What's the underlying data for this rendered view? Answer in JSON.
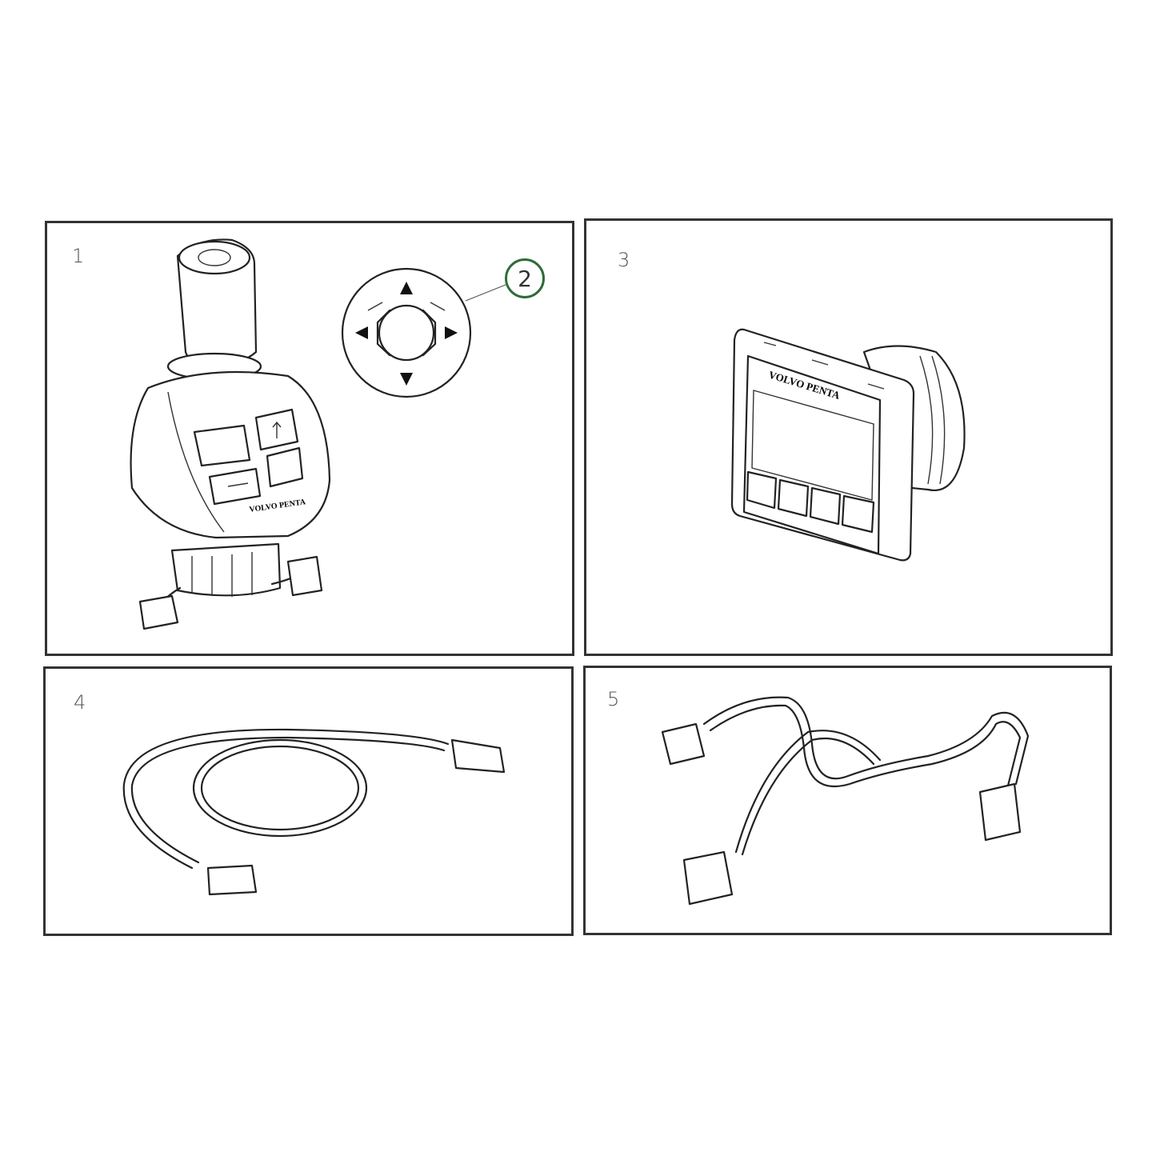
{
  "panels": [
    {
      "id": "1",
      "label": "1",
      "content": "joystick"
    },
    {
      "id": "2",
      "label": "2",
      "content": "joystick-top-callout"
    },
    {
      "id": "3",
      "label": "3",
      "content": "display"
    },
    {
      "id": "4",
      "label": "4",
      "content": "cable-harness"
    },
    {
      "id": "5",
      "label": "5",
      "content": "y-cable-harness"
    }
  ],
  "logo_text": "VOLVO PENTA",
  "colors": {
    "callout": "#2e6b3a",
    "line": "#222222"
  }
}
